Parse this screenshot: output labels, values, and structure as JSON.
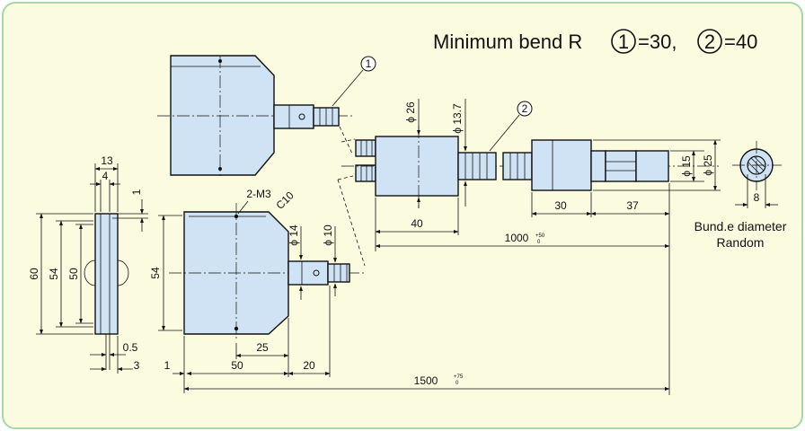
{
  "title": {
    "prefix": "Minimum bend R",
    "mark1": "1",
    "value1": "=30,",
    "mark2": "2",
    "value2": "=40"
  },
  "callouts": {
    "c1": "1",
    "c2": "2"
  },
  "dims": {
    "d13": "13",
    "d4": "4",
    "d1a": "1",
    "d60": "60",
    "d54a": "54",
    "d50a": "50",
    "d05": "0.5",
    "d3": "3",
    "m3": "2-M3",
    "c10": "C10",
    "d54b": "54",
    "phi14": "ϕ 14",
    "phi10": "ϕ 10",
    "d25": "25",
    "d50b": "50",
    "d20": "20",
    "d1b": "1",
    "d1500": "1500",
    "tol1500_up": "+75",
    "tol1500_lo": "0",
    "phi26": "ϕ 26",
    "phi137": "ϕ 13.7",
    "d40": "40",
    "d1000": "1000",
    "tol1000_up": "+50",
    "tol1000_lo": "0",
    "phi15": "ϕ 15",
    "phi25": "ϕ 25",
    "d30": "30",
    "d37": "37",
    "d8": "8"
  },
  "note": {
    "line1": "Bund.e diameter",
    "line2": "Random"
  },
  "colors": {
    "background": "#fbfbe0",
    "frame": "#a8d8a8",
    "part": "#cfe3f4"
  }
}
